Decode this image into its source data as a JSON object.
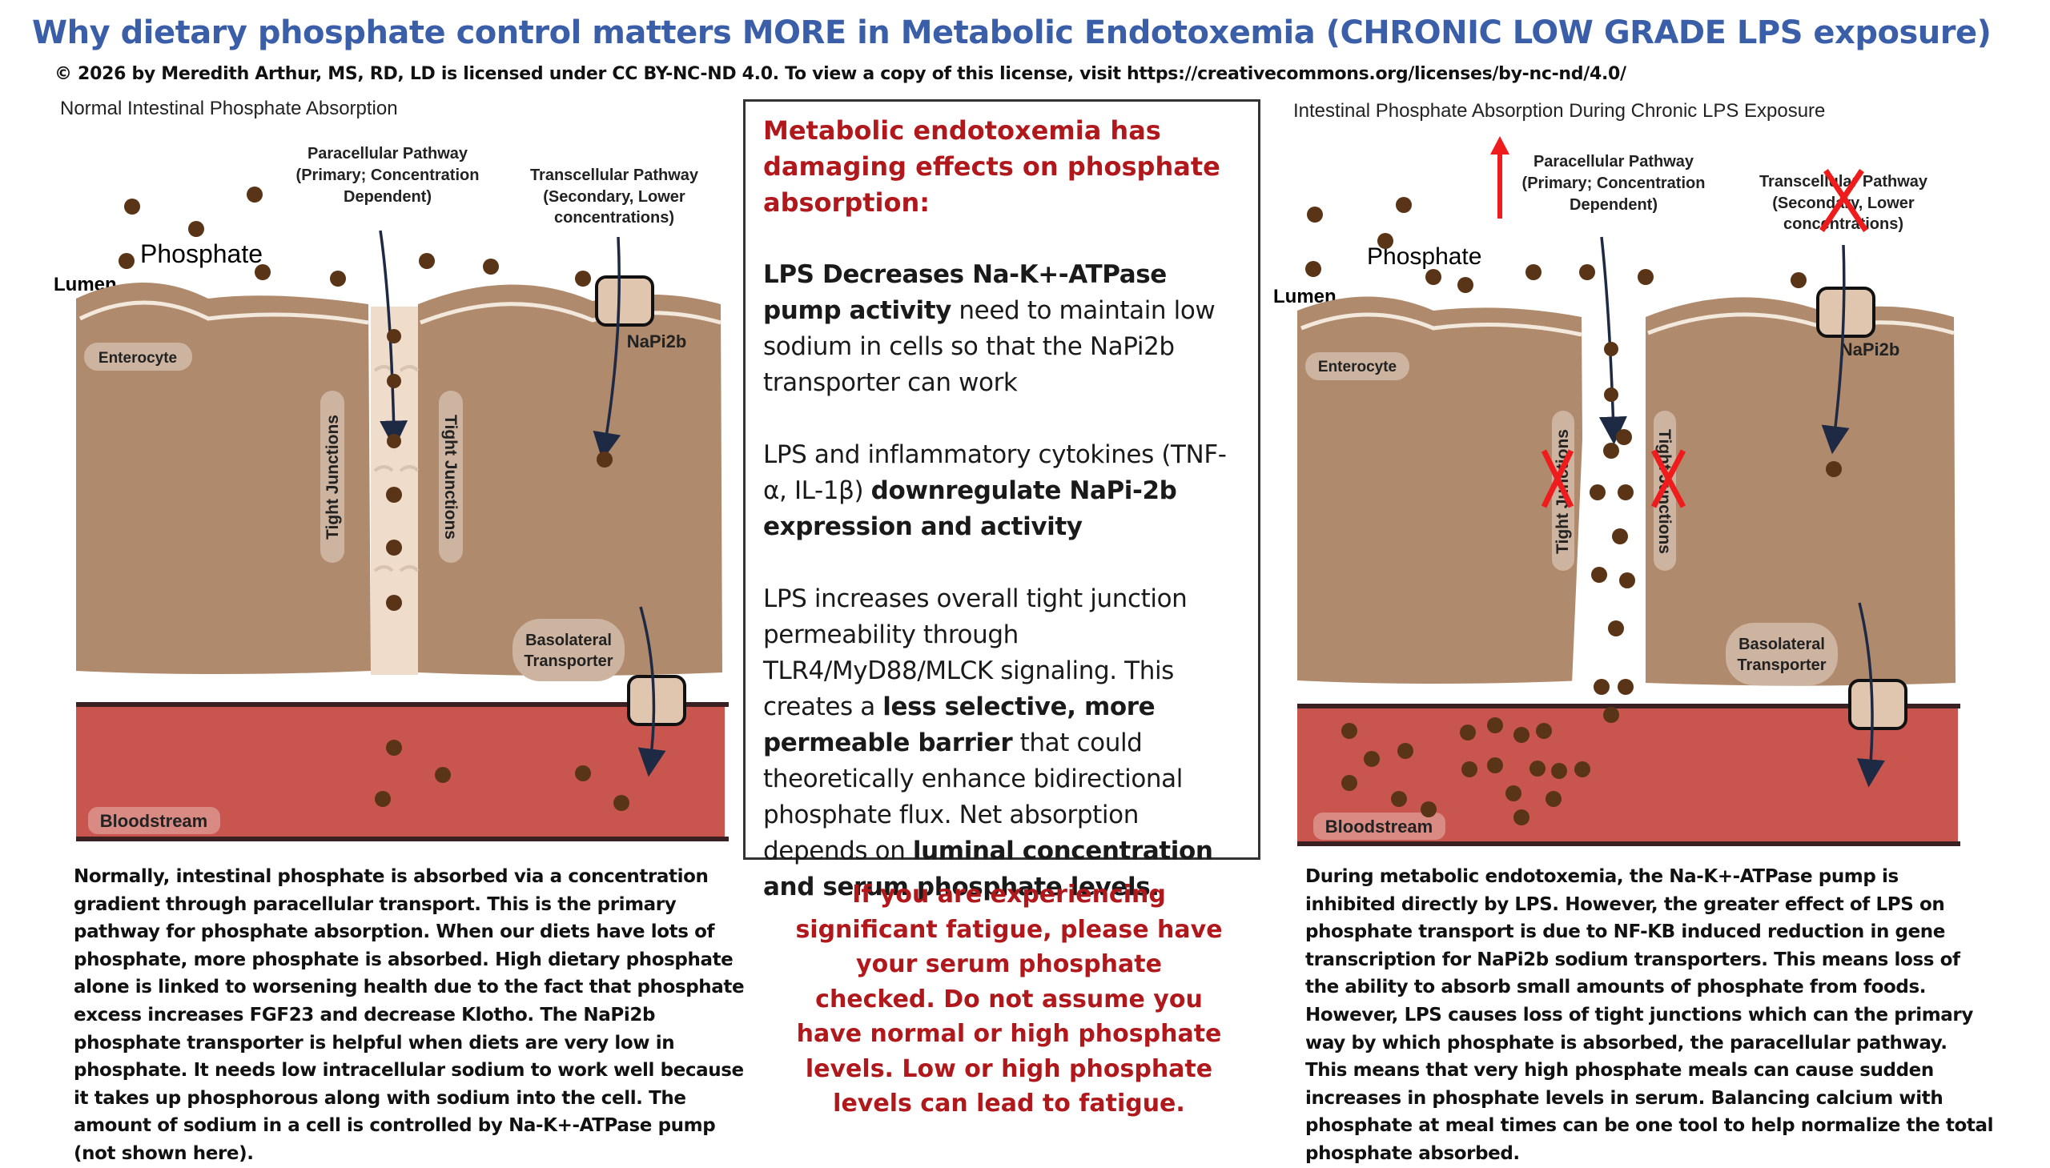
{
  "header": {
    "title": "Why dietary phosphate control matters MORE in Metabolic Endotoxemia (CHRONIC LOW GRADE LPS exposure)",
    "license": "© 2026 by Meredith Arthur, MS, RD, LD is licensed under CC BY-NC-ND 4.0. To view a copy of this license, visit https://creativecommons.org/licenses/by-nc-nd/4.0/"
  },
  "colors": {
    "title_blue": "#3a5fa8",
    "accent_red": "#b1181c",
    "cell_tan": "#b08a6c",
    "blood_red": "#c9554f",
    "phosphate_brown": "#5a3416",
    "x_mark_red": "#ee1c1c"
  },
  "left_diagram": {
    "title": "Normal Intestinal Phosphate Absorption",
    "paracellular_label": [
      "Paracellular Pathway",
      "(Primary; Concentration",
      "Dependent)"
    ],
    "transcellular_label": [
      "Transcellular Pathway",
      "(Secondary, Lower",
      "concentrations)"
    ],
    "phosphate_label": "Phosphate",
    "lumen_label": "Lumen",
    "enterocyte_label": "Enterocyte",
    "napi2b_label": "NaPi2b",
    "tight_junctions_label": "Tight Junctions",
    "basolateral_label": [
      "Basolateral",
      "Transporter"
    ],
    "bloodstream_label": "Bloodstream"
  },
  "right_diagram": {
    "title": "Intestinal Phosphate Absorption During Chronic LPS Exposure",
    "paracellular_label": [
      "Paracellular Pathway",
      "(Primary; Concentration",
      "Dependent)"
    ],
    "transcellular_label": [
      "Transcellular Pathway",
      "(Secondary, Lower",
      "concentrations)"
    ],
    "phosphate_label": "Phosphate",
    "lumen_label": "Lumen",
    "enterocyte_label": "Enterocyte",
    "napi2b_label": "NaPi2b",
    "tight_junctions_label": "Tight Junctions",
    "basolateral_label": [
      "Basolateral",
      "Transporter"
    ],
    "bloodstream_label": "Bloodstream",
    "paracellular_status": "increased (red up arrow)",
    "transcellular_status": "blocked (red X)",
    "tight_junctions_status": "lost (red X)"
  },
  "center_box": {
    "heading": "Metabolic endotoxemia has damaging effects on phosphate absorption:",
    "p1_bold": "LPS Decreases Na-K+-ATPase pump activity",
    "p1_rest": " need to maintain low sodium in cells so that the NaPi2b transporter can work",
    "p2_a": "LPS and inflammatory cytokines (TNF-α, IL-1β) ",
    "p2_bold": "downregulate NaPi-2b expression and activity",
    "p3_a": "LPS increases overall tight junction permeability through TLR4/MyD88/MLCK signaling. This creates a ",
    "p3_bold1": "less selective, more permeable barrier",
    "p3_b": " that could theoretically enhance bidirectional phosphate flux. Net absorption depends on ",
    "p3_bold2": "luminal concentration and serum phosphate levels."
  },
  "fatigue_note": "If you are experiencing significant fatigue, please have your serum phosphate checked. Do not assume you have normal or high phosphate levels.  Low or high phosphate levels can lead to fatigue.",
  "left_caption": "Normally, intestinal phosphate is absorbed via a concentration gradient through paracellular transport. This is the primary pathway for phosphate absorption. When our diets have lots of phosphate, more phosphate is absorbed.  High dietary phosphate alone is linked to worsening health due to the fact that phosphate excess increases FGF23 and decrease Klotho. The NaPi2b phosphate transporter is helpful when diets are very low in phosphate.  It needs low intracellular sodium to work well because it takes up phosphorous along with sodium into the cell. The amount of sodium in a cell is controlled by Na-K+-ATPase pump (not shown here).",
  "right_caption": "During metabolic endotoxemia, the Na-K+-ATPase pump is inhibited directly by LPS. However, the greater effect of LPS on phosphate transport is due to NF-KB induced reduction in gene transcription for NaPi2b sodium transporters. This means loss of the ability to absorb small amounts of phosphate from foods.  However, LPS causes loss of tight junctions which can the primary way by which phosphate is absorbed, the paracellular pathway. This means that very high phosphate meals can cause sudden increases in phosphate levels in serum. Balancing calcium with phosphate at meal times can be one tool to help normalize the total phosphate absorbed."
}
